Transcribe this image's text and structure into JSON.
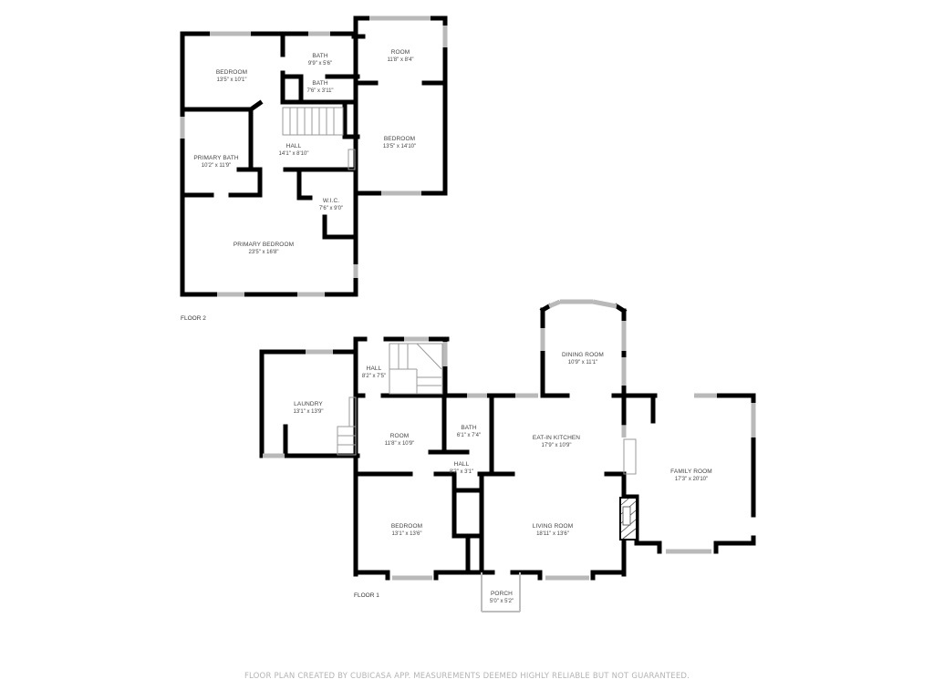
{
  "floors": [
    {
      "label": "FLOOR 2",
      "rooms": [
        {
          "name": "BEDROOM",
          "dims": "13'5\" x 10'1\""
        },
        {
          "name": "BATH",
          "dims": "9'9\" x 5'6\""
        },
        {
          "name": "BATH",
          "dims": "7'6\" x 3'11\""
        },
        {
          "name": "ROOM",
          "dims": "11'8\" x 8'4\""
        },
        {
          "name": "PRIMARY BATH",
          "dims": "10'2\" x 11'9\""
        },
        {
          "name": "HALL",
          "dims": "14'1\" x 8'10\""
        },
        {
          "name": "BEDROOM",
          "dims": "13'5\" x 14'10\""
        },
        {
          "name": "W.I.C.",
          "dims": "7'6\" x 9'0\""
        },
        {
          "name": "PRIMARY BEDROOM",
          "dims": "23'5\" x 16'8\""
        }
      ]
    },
    {
      "label": "FLOOR 1",
      "rooms": [
        {
          "name": "HALL",
          "dims": "8'2\" x 7'5\""
        },
        {
          "name": "LAUNDRY",
          "dims": "13'1\" x 13'9\""
        },
        {
          "name": "DINING ROOM",
          "dims": "10'9\" x 11'1\""
        },
        {
          "name": "ROOM",
          "dims": "11'8\" x 10'9\""
        },
        {
          "name": "BATH",
          "dims": "6'1\" x 7'4\""
        },
        {
          "name": "EAT-IN KITCHEN",
          "dims": "17'9\" x 10'9\""
        },
        {
          "name": "HALL",
          "dims": "8'2\" x 3'1\""
        },
        {
          "name": "FAMILY ROOM",
          "dims": "17'3\" x 20'10\""
        },
        {
          "name": "BEDROOM",
          "dims": "13'1\" x 13'6\""
        },
        {
          "name": "LIVING ROOM",
          "dims": "18'11\" x 13'6\""
        },
        {
          "name": "PORCH",
          "dims": "5'0\" x 5'2\""
        }
      ]
    }
  ],
  "footer": {
    "disclaimer": "FLOOR PLAN CREATED BY CUBICASA APP. MEASUREMENTS DEEMED HIGHLY RELIABLE BUT NOT GUARANTEED."
  },
  "colors": {
    "wall": "#000000",
    "window": "#b9b9b9",
    "text": "#444444",
    "disclaimer": "#b4b4b4",
    "background": "#ffffff"
  }
}
